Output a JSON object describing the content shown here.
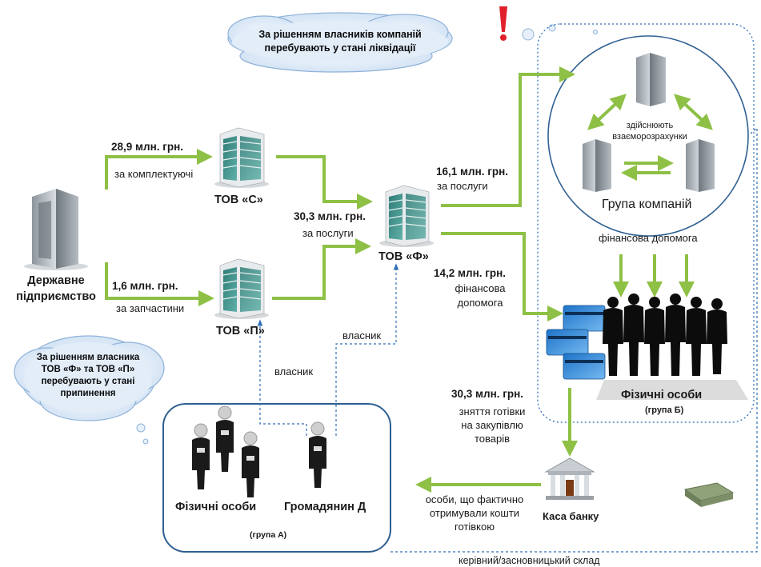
{
  "cloud_top": {
    "line1": "За рішенням власників  компаній",
    "line2": "перебувають у стані ліквідації"
  },
  "cloud_left": {
    "line1": "За рішенням власника",
    "line2": "ТОВ «Ф» та ТОВ  «П»",
    "line3": "перебувають у стані",
    "line4": "припинення"
  },
  "state_enterprise": {
    "line1": "Державне",
    "line2": "підприємство"
  },
  "tov_c": {
    "label": "ТОВ «С»"
  },
  "tov_p": {
    "label": "ТОВ «П»"
  },
  "tov_f": {
    "label": "ТОВ «Ф»"
  },
  "flow_c": {
    "amount": "28,9 млн. грн.",
    "purpose": "за комплектуючі"
  },
  "flow_p": {
    "amount": "1,6 млн. грн.",
    "purpose": "за запчастини"
  },
  "flow_f": {
    "amount": "30,3 млн. грн.",
    "purpose": "за послуги"
  },
  "flow_group": {
    "amount": "16,1 млн. грн.",
    "purpose": "за послуги"
  },
  "flow_persons_b": {
    "amount": "14,2 млн. грн.",
    "purpose_line1": "фінансова",
    "purpose_line2": "допомога"
  },
  "group_companies": {
    "label": "Група компаній",
    "settlement_line1": "здійснюють",
    "settlement_line2": "взаєморозрахунки",
    "aid": "фінансова допомога"
  },
  "persons_b": {
    "label": "Фізичні особи",
    "sub": "(група Б)"
  },
  "cash_flow": {
    "amount": "30,3 млн. грн.",
    "line1": "зняття готівки",
    "line2": "на закупівлю",
    "line3": "товарів"
  },
  "bank": {
    "label": "Каса банку"
  },
  "recipients": {
    "line1": "особи, що фактично",
    "line2": "отримували кошти",
    "line3": "готівкою"
  },
  "persons_a": {
    "label": "Фізичні особи",
    "citizen": "Громадянин  Д",
    "sub": "(група А)"
  },
  "owner_labels": {
    "owner_p": "власник",
    "owner_f": "власник"
  },
  "management": {
    "label": "керівний/засновницький склад"
  },
  "colors": {
    "arrow": "#8dc045",
    "dashed": "#2e6fb6",
    "box_border": "#2f5f91",
    "cloud_fill": "#dce9f7",
    "cloud_stroke": "#8fb3d9",
    "alert": "#e0202a"
  }
}
